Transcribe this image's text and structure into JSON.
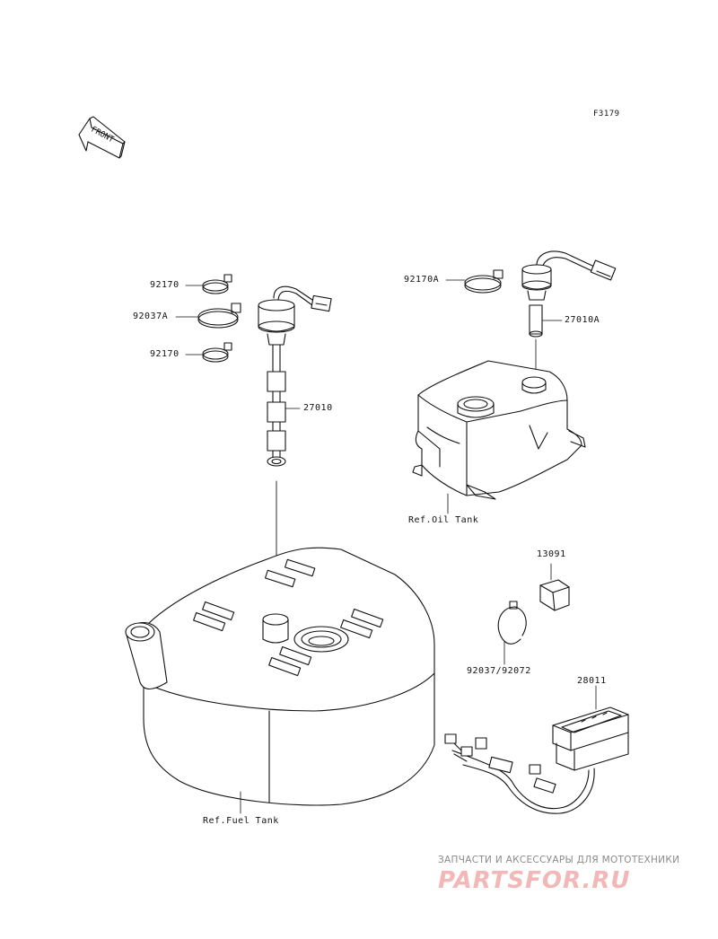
{
  "figure_code": "F3179",
  "front_arrow_text": "FRONT",
  "callouts": {
    "clamp_top_left": "92170",
    "band_left": "92037A",
    "clamp_lower_left": "92170",
    "fuel_gauge_unit": "27010",
    "clamp_right": "92170A",
    "oil_gauge_unit": "27010A",
    "bracket": "13091",
    "band_bottom": "92037/92072",
    "meter": "28011"
  },
  "references": {
    "oil_tank": "Ref.Oil Tank",
    "fuel_tank": "Ref.Fuel Tank"
  },
  "watermark": {
    "tagline": "ЗАПЧАСТИ И АКСЕССУАРЫ ДЛЯ МОТОТЕХНИКИ",
    "logo": "PARTSFOR.RU"
  }
}
